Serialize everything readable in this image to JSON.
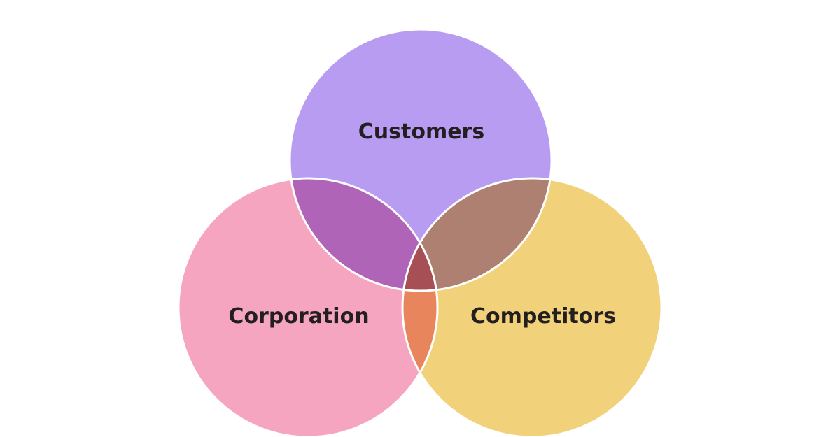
{
  "diagram": {
    "sets": [
      {
        "id": "customers",
        "label": "Customers",
        "color": "#b89cf2"
      },
      {
        "id": "corporation",
        "label": "Corporation",
        "color": "#f5a5c0"
      },
      {
        "id": "competitors",
        "label": "Competitors",
        "color": "#f2d17b"
      }
    ],
    "overlap_colors": {
      "customers_corporation": "#b064b8",
      "customers_competitors": "#ad8071",
      "corporation_competitors": "#e8855d",
      "all_three": "#a65055"
    },
    "outline_color": "#ffffff",
    "background_color": "#ffffff"
  }
}
